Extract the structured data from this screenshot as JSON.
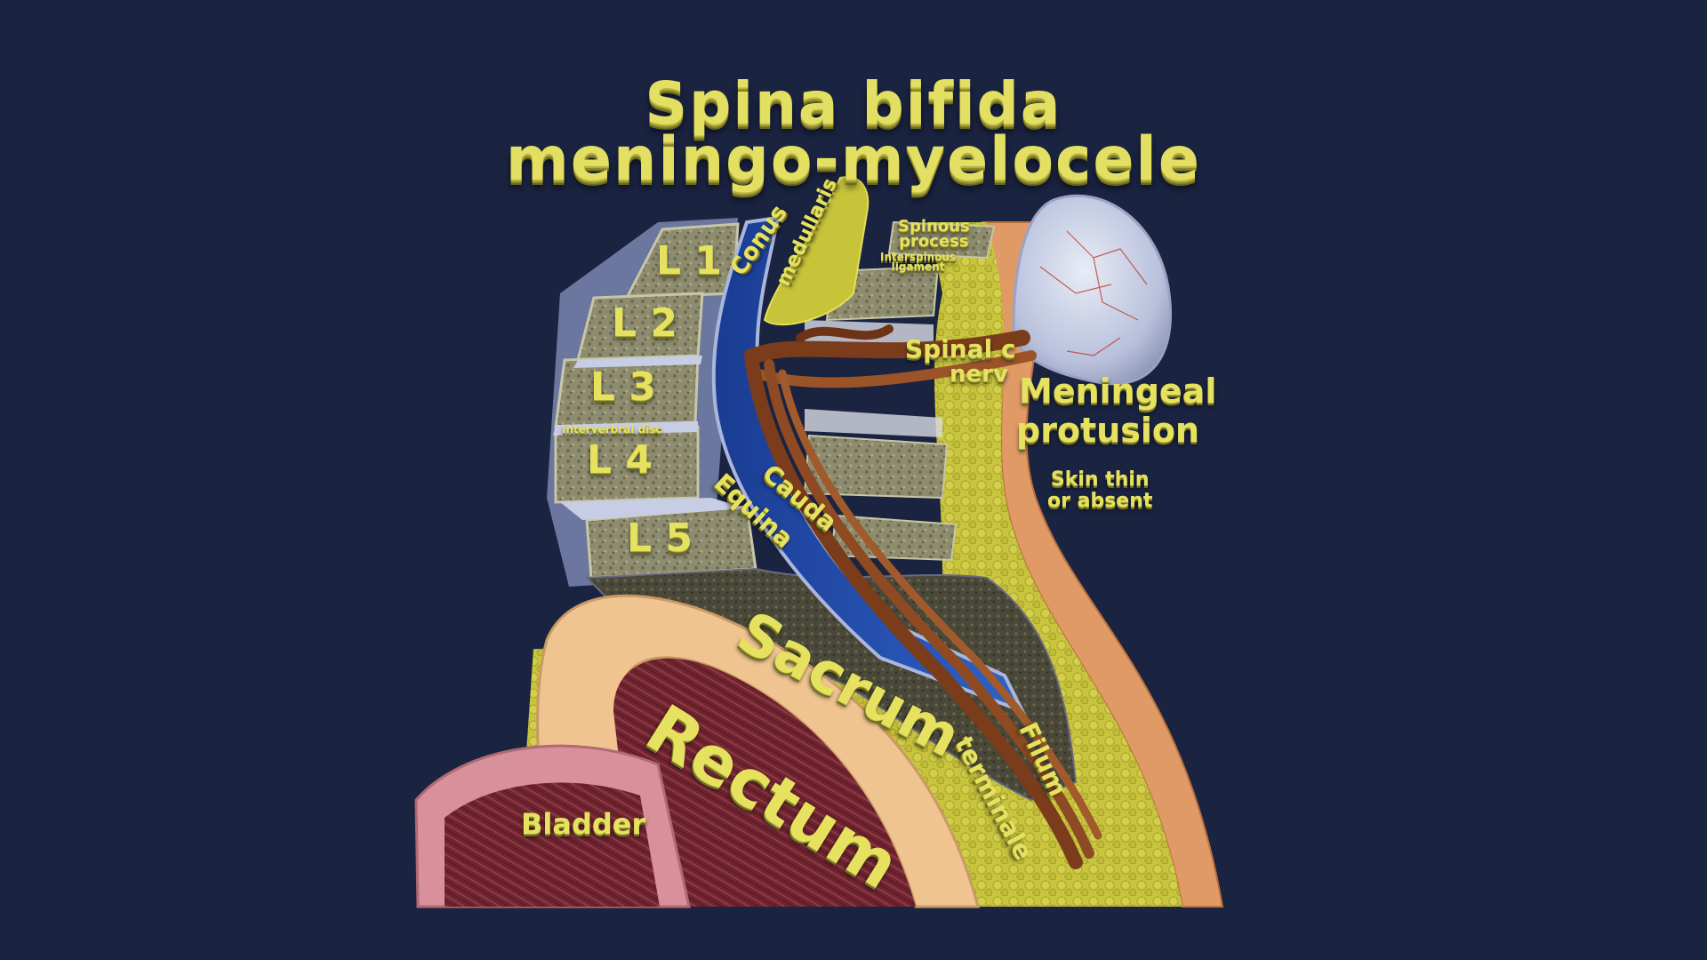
{
  "title": {
    "line1": "Spina bifida",
    "line2": "meningo-myelocele"
  },
  "labels": {
    "l1": "L 1",
    "l2": "L 2",
    "l3": "L 3",
    "l4": "L 4",
    "l5": "L 5",
    "conus": "Conus",
    "medullaris": "medullaris",
    "spinous_process_1": "Spinous",
    "spinous_process_2": "process",
    "interspinous_1": "Interspinous",
    "interspinous_2": "ligament",
    "spinal_cord": "Spinal c",
    "nerves": "nerv",
    "meningeal_1": "Meningeal",
    "meningeal_2": "protusion",
    "skin_1": "Skin thin",
    "skin_2": "or absent",
    "intervertebral_disc": "Interverbral disc",
    "cauda": "Cauda",
    "equina": "Equina",
    "sacrum": "Sacrum",
    "rectum": "Rectum",
    "filum": "Filum",
    "terminale": "terminale",
    "bladder": "Bladder"
  },
  "colors": {
    "background": "#1a2340",
    "label": "#e6e25f",
    "bone": "#8e8c6e",
    "fat": "#c9c540",
    "csf": "#2149a8",
    "nerve": "#8a4a22",
    "membrane": "#b9c3df",
    "muscle": "#7a2a35",
    "skin": "#e0a070"
  }
}
